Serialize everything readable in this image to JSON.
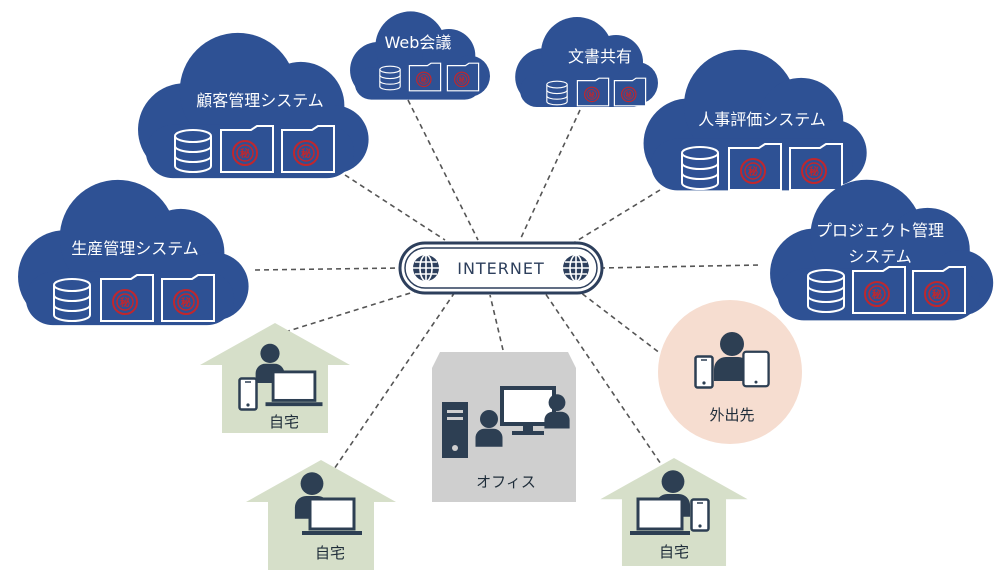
{
  "internet": {
    "label": "INTERNET"
  },
  "clouds": [
    {
      "label": "Web会議"
    },
    {
      "label": "文書共有"
    },
    {
      "label": "顧客管理システム"
    },
    {
      "label": "人事評価システム"
    },
    {
      "label": "生産管理システム"
    },
    {
      "lines": [
        "プロジェクト管理",
        "システム"
      ]
    }
  ],
  "locations": {
    "home_left_upper": "自宅",
    "home_left_lower": "自宅",
    "office": "オフィス",
    "outside": "外出先",
    "home_right": "自宅"
  },
  "colors": {
    "cloud": "#2e5194",
    "folder_border": "#ffffff",
    "stamp": "#c0272d",
    "house": "#d6dfc9",
    "office": "#cfcfcf",
    "outside": "#f6ddd0",
    "person": "#2d3f53",
    "line": "#555555"
  },
  "icons": [
    "database-icon",
    "folder-icon",
    "stamp-icon",
    "globe-icon",
    "person-icon",
    "laptop-icon",
    "phone-icon",
    "tablet-icon",
    "server-icon",
    "monitor-icon"
  ]
}
